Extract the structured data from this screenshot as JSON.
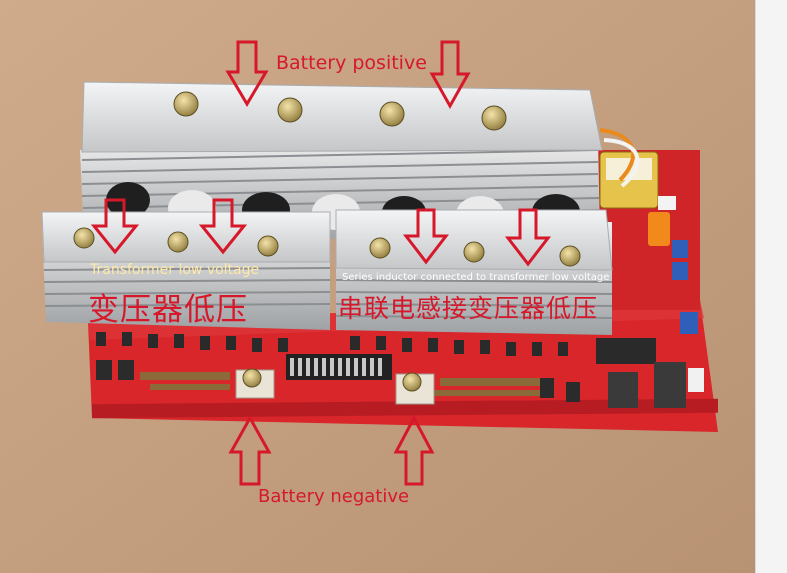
{
  "labels": {
    "battery_positive": "Battery positive",
    "transformer_low_voltage": "Transformer low voltage",
    "transformer_low_voltage_cn": "变压器低压",
    "series_inductor": "Series inductor connected to transformer low voltage",
    "series_inductor_cn": "串联电感接变压器低压",
    "battery_negative": "Battery negative"
  },
  "colors": {
    "table": "#c9a585",
    "board": "#d8262b",
    "heatsink": "#d9dadc",
    "arrow": "#d6182a"
  }
}
